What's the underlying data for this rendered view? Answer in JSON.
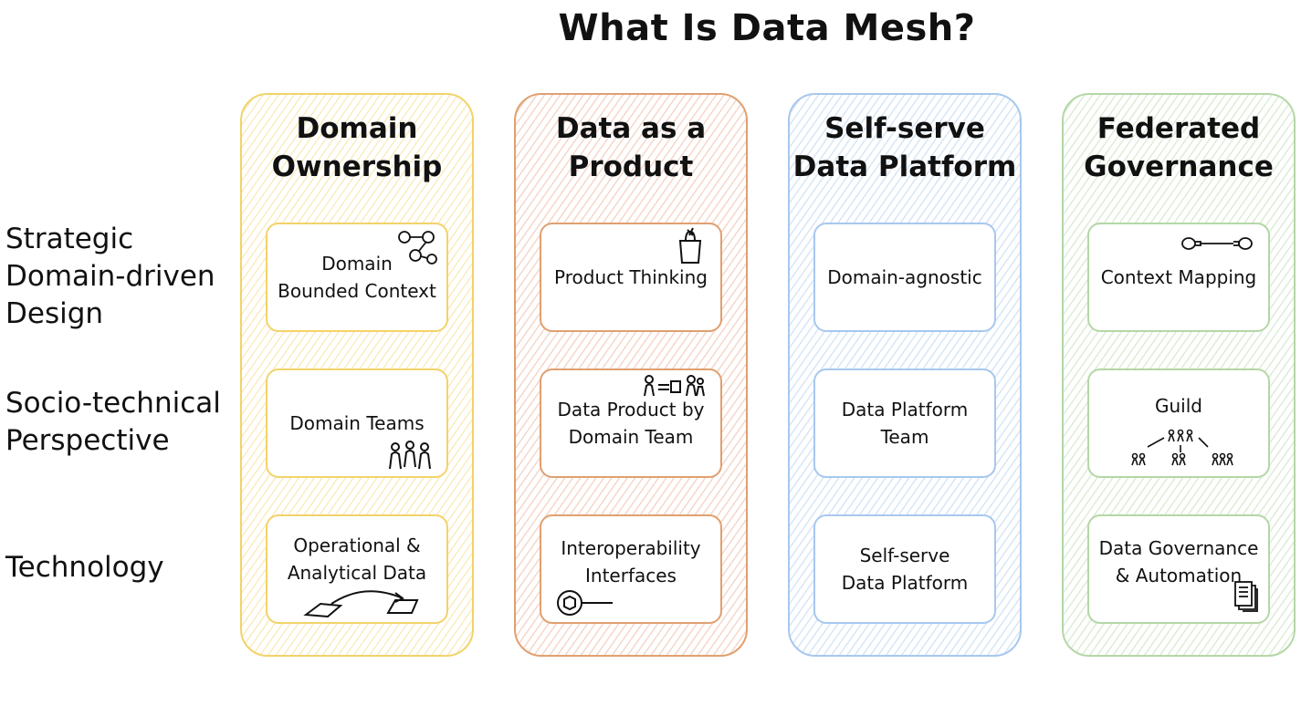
{
  "title": "What Is Data Mesh?",
  "rows": [
    {
      "label": "Strategic\nDomain-driven\nDesign"
    },
    {
      "label": "Socio-technical\nPerspective"
    },
    {
      "label": "Technology"
    }
  ],
  "columns": [
    {
      "title": "Domain\nOwnership",
      "color": "#f2d36a",
      "cards": [
        "Domain\nBounded Context",
        "Domain Teams",
        "Operational &\nAnalytical Data"
      ]
    },
    {
      "title": "Data as a\nProduct",
      "color": "#e0a070",
      "cards": [
        "Product Thinking",
        "Data Product by\nDomain Team",
        "Interoperability\nInterfaces"
      ]
    },
    {
      "title": "Self-serve\nData Platform",
      "color": "#a7c8ee",
      "cards": [
        "Domain-agnostic",
        "Data Platform\nTeam",
        "Self-serve\nData Platform"
      ]
    },
    {
      "title": "Federated\nGovernance",
      "color": "#b4d7a6",
      "cards": [
        "Context Mapping",
        "Guild",
        "Data Governance\n& Automation"
      ]
    }
  ],
  "icons": [
    "graph-nodes-icon",
    "people-group-icon",
    "data-transfer-icon",
    "shopping-bag-icon",
    "team-meeting-icon",
    "plug-icon",
    "connector-icon",
    "guild-hierarchy-icon",
    "documents-icon"
  ]
}
